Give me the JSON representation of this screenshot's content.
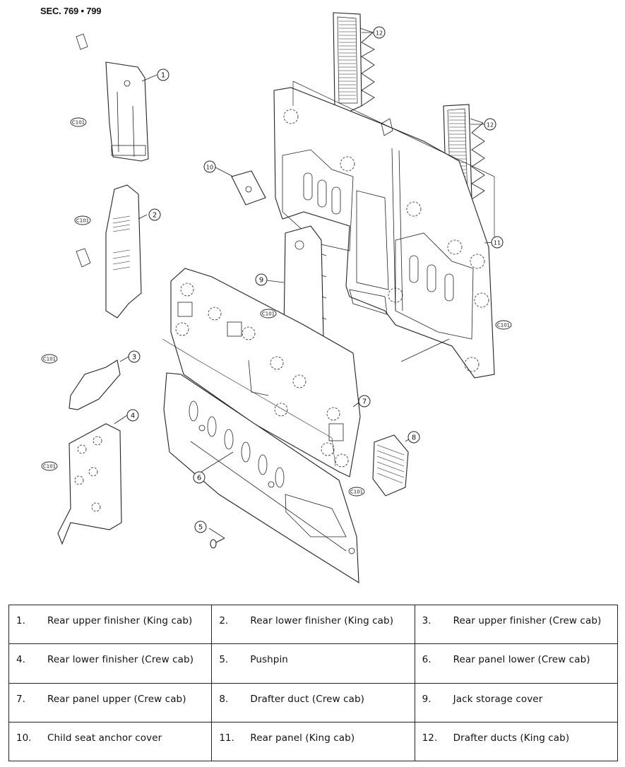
{
  "section_label": "SEC. 769 • 799",
  "connector_label": "C101",
  "callouts": [
    "1",
    "2",
    "3",
    "4",
    "5",
    "6",
    "7",
    "8",
    "9",
    "10",
    "11",
    "12"
  ],
  "legend": [
    {
      "num": "1.",
      "text": "Rear upper finisher (King cab)"
    },
    {
      "num": "2.",
      "text": "Rear lower finisher (King cab)"
    },
    {
      "num": "3.",
      "text": "Rear upper finisher (Crew cab)"
    },
    {
      "num": "4.",
      "text": "Rear lower finisher (Crew cab)"
    },
    {
      "num": "5.",
      "text": "Pushpin"
    },
    {
      "num": "6.",
      "text": "Rear panel lower (Crew cab)"
    },
    {
      "num": "7.",
      "text": "Rear panel upper (Crew cab)"
    },
    {
      "num": "8.",
      "text": "Drafter duct (Crew cab)"
    },
    {
      "num": "9.",
      "text": "Jack storage cover"
    },
    {
      "num": "10.",
      "text": "Child seat anchor cover"
    },
    {
      "num": "11.",
      "text": "Rear panel (King cab)"
    },
    {
      "num": "12.",
      "text": "Drafter ducts (King cab)"
    }
  ]
}
